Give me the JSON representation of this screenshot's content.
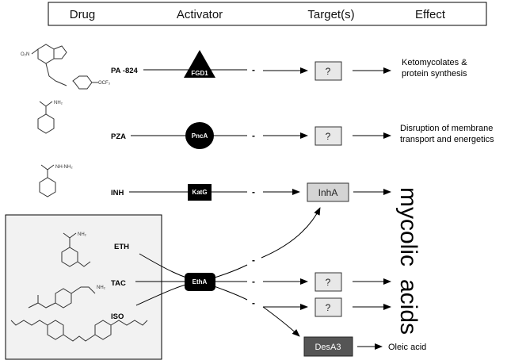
{
  "header": {
    "drug": "Drug",
    "activator": "Activator",
    "targets": "Target(s)",
    "effect": "Effect"
  },
  "rows": [
    {
      "drug": "PA -824",
      "activator": "FGD1",
      "target": "?",
      "effect_line1": "Ketomycolates &",
      "effect_line2": "protein synthesis"
    },
    {
      "drug": "PZA",
      "activator": "PncA",
      "target": "?",
      "effect_line1": "Disruption of membrane",
      "effect_line2": "transport and energetics"
    },
    {
      "drug": "INH",
      "activator": "KatG",
      "target": "InhA"
    }
  ],
  "etha_group": {
    "drugs": [
      "ETH",
      "TAC",
      "ISO"
    ],
    "activator": "EthA",
    "targets": [
      "?",
      "?"
    ],
    "desa3": "DesA3",
    "desa3_effect": "Oleic acid"
  },
  "mycolic": {
    "line1": "mycolic",
    "line2": "acids"
  },
  "dash": "-",
  "chem_labels": {
    "pa824_no2": "O₂N",
    "pa824_ocf3": "OCF₃",
    "pza_nh2": "NH₂",
    "inh_nhnh2": "NH-NH₂",
    "eth_nh2": "NH₂",
    "tac_nh2": "NH₂"
  },
  "colors": {
    "activator": "#000000",
    "target_fill": "#e8e8e8",
    "desa3_fill": "#555555",
    "group_fill": "#f2f2f2"
  }
}
